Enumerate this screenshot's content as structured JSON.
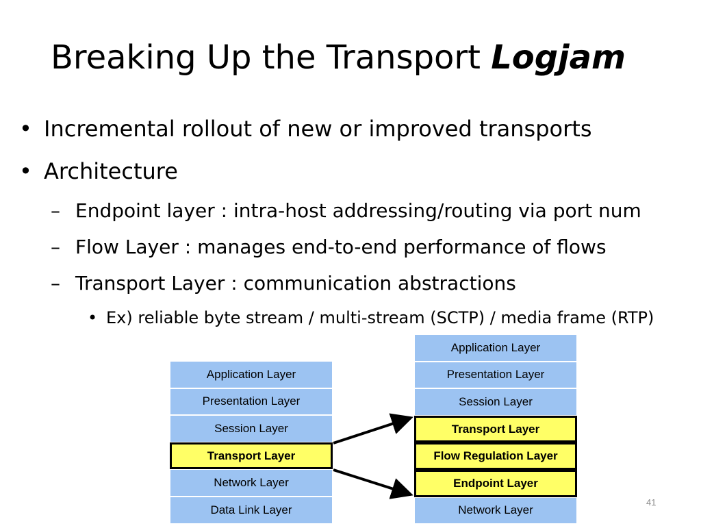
{
  "slide": {
    "title_main": "Breaking Up the Transport ",
    "title_emphasis": "Logjam",
    "page_number": "41"
  },
  "bullets": [
    {
      "level": 1,
      "marker": "•",
      "text": "Incremental rollout of new or improved transports"
    },
    {
      "level": 1,
      "marker": "•",
      "text": "Architecture"
    },
    {
      "level": 2,
      "marker": "–",
      "text": "Endpoint layer : intra-host addressing/routing via port num"
    },
    {
      "level": 2,
      "marker": "–",
      "text": "Flow Layer : manages end-to-end performance of flows"
    },
    {
      "level": 2,
      "marker": "–",
      "text": "Transport Layer : communication abstractions"
    },
    {
      "level": 3,
      "marker": "•",
      "text": "Ex) reliable byte stream / multi-stream (SCTP) / media frame (RTP)"
    }
  ],
  "diagram": {
    "left_stack": [
      {
        "label": "Application Layer",
        "highlight": false
      },
      {
        "label": "Presentation Layer",
        "highlight": false
      },
      {
        "label": "Session Layer",
        "highlight": false
      },
      {
        "label": "Transport Layer",
        "highlight": true
      },
      {
        "label": "Network Layer",
        "highlight": false
      },
      {
        "label": "Data Link Layer",
        "highlight": false
      }
    ],
    "right_stack": [
      {
        "label": "Application Layer",
        "highlight": false
      },
      {
        "label": "Presentation Layer",
        "highlight": false
      },
      {
        "label": "Session Layer",
        "highlight": false
      },
      {
        "label": "Transport Layer",
        "highlight": true
      },
      {
        "label": "Flow Regulation Layer",
        "highlight": true
      },
      {
        "label": "Endpoint Layer",
        "highlight": true
      },
      {
        "label": "Network Layer",
        "highlight": false
      }
    ],
    "colors": {
      "layer_fill": "#9cc3f2",
      "highlight_fill": "#ffff66",
      "arrow": "#000000"
    }
  }
}
